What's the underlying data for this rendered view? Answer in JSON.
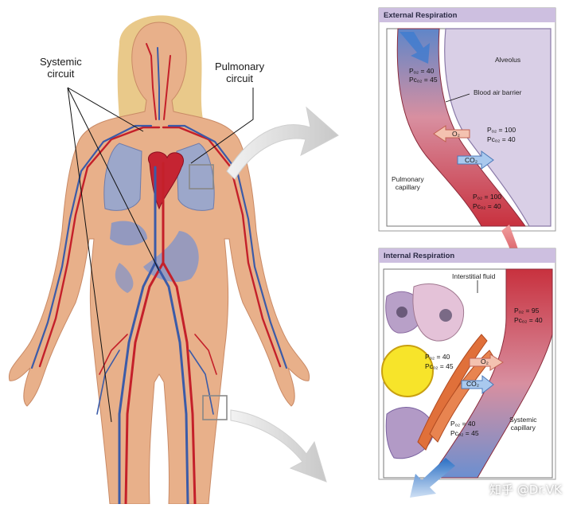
{
  "labels": {
    "systemic_circuit": "Systemic\ncircuit",
    "pulmonary_circuit": "Pulmonary\ncircuit"
  },
  "external_panel": {
    "title": "External Respiration",
    "alveolus": "Alveolus",
    "blood_air_barrier": "Blood air barrier",
    "pulmonary_capillary": "Pulmonary\ncapillary",
    "capillary_entry": {
      "po2": "Pₒ₂ = 40",
      "pco2": "Pᴄₒ₂ = 45"
    },
    "alveolus_values": {
      "po2": "Pₒ₂ = 100",
      "pco2": "Pᴄₒ₂ = 40"
    },
    "capillary_exit": {
      "po2": "Pₒ₂ = 100",
      "pco2": "Pᴄₒ₂ = 40"
    },
    "o2_label": "O₂",
    "co2_label": "CO₂"
  },
  "internal_panel": {
    "title": "Internal Respiration",
    "interstitial_fluid": "Interstitial fluid",
    "systemic_capillary": "Systemic\ncapillary",
    "capillary_entry": {
      "po2": "Pₒ₂ = 95",
      "pco2": "Pᴄₒ₂ = 40"
    },
    "tissue_values": {
      "po2": "Pₒ₂ = 40",
      "pco2": "Pᴄₒ₂ = 45"
    },
    "capillary_exit": {
      "po2": "Pₒ₂ = 40",
      "pco2": "Pᴄₒ₂ = 45"
    },
    "o2_label": "O₂",
    "co2_label": "CO₂"
  },
  "watermark": "知乎 @Dr.VK",
  "colors": {
    "skin": "#e9b48e",
    "artery": "#c4202a",
    "vein": "#3b5ba8",
    "panel_header": "#cdbfe0",
    "alveolus": "#d9cfe6"
  }
}
